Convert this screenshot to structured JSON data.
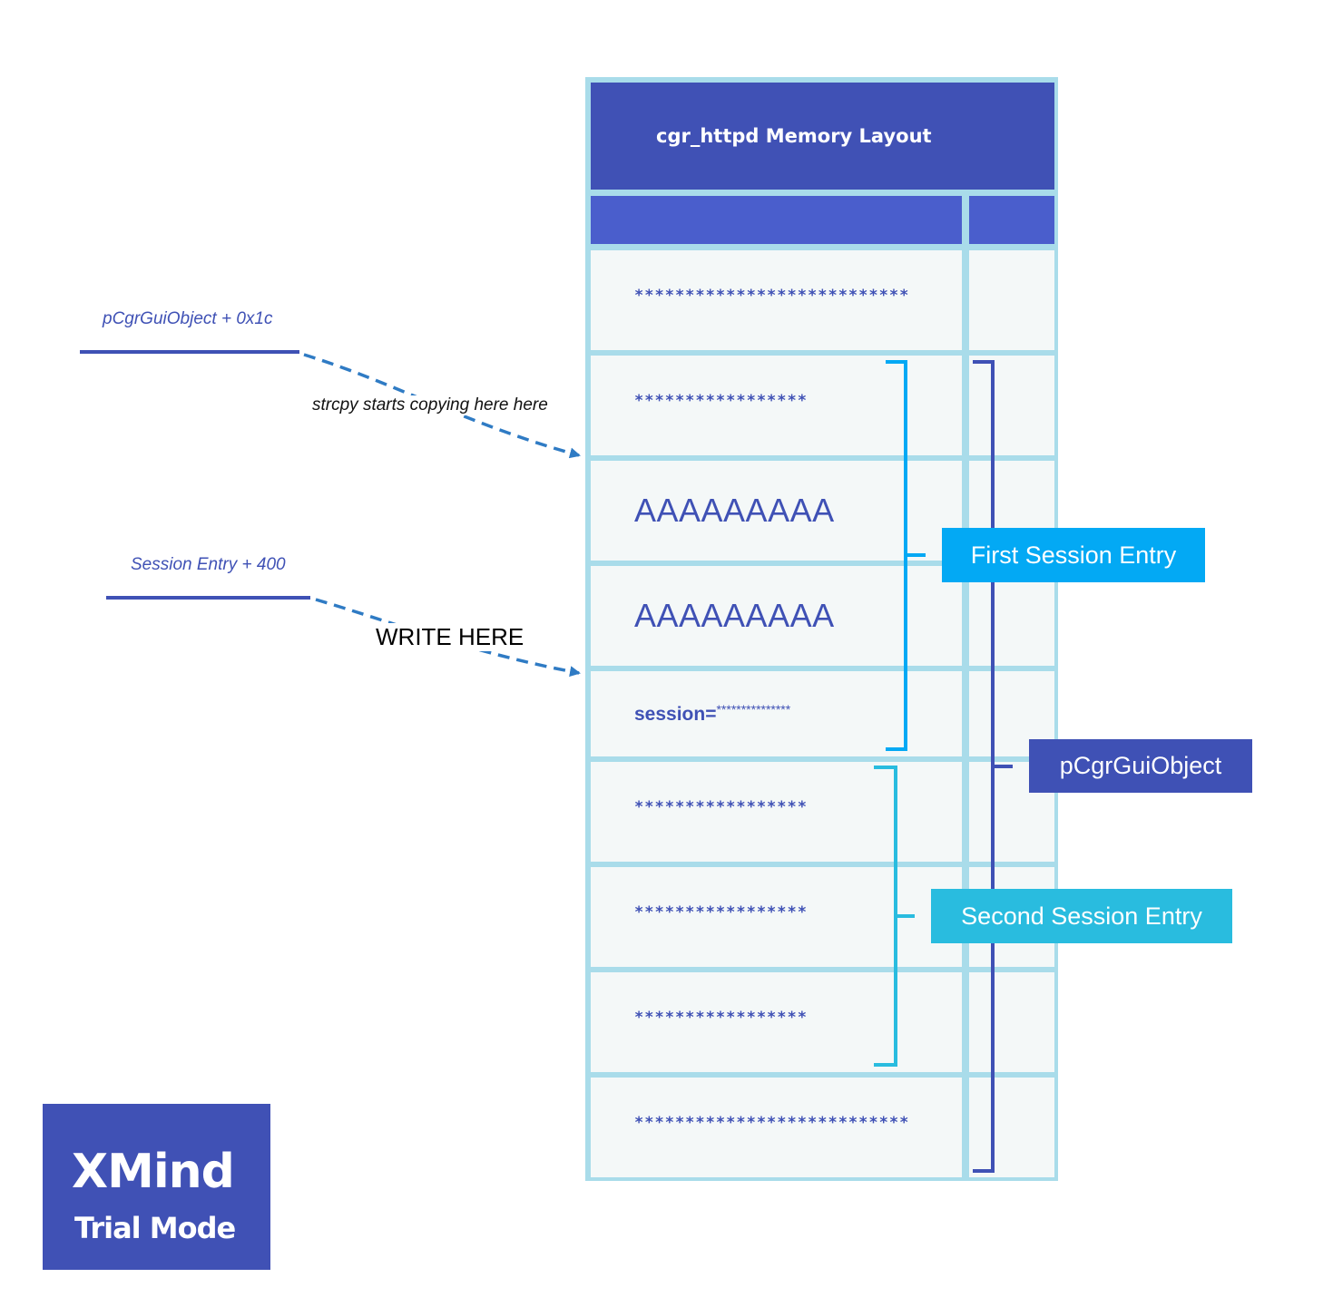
{
  "table": {
    "title": "cgr_httpd Memory Layout",
    "rows": [
      "***************************",
      "*****************",
      "AAAAAAAAA",
      "AAAAAAAAA",
      "session=",
      "*****************",
      "*****************",
      "*****************",
      "***************************"
    ],
    "session_suffix": "***************"
  },
  "pointers": [
    {
      "label": "pCgrGuiObject + 0x1c",
      "arrow_text": "strcpy starts copying here here"
    },
    {
      "label": "Session Entry + 400",
      "arrow_text": "WRITE HERE"
    }
  ],
  "groups": {
    "first": "First Session Entry",
    "second": "Second Session Entry",
    "object": "pCgrGuiObject"
  },
  "watermark": {
    "line1": "XMind",
    "line2": "Trial Mode"
  },
  "colors": {
    "title_bg": "#4051b5",
    "header_bg": "#4a5ecc",
    "grid": "#a9dcea",
    "first_entry": "#03a9f4",
    "second_entry": "#29bcdf",
    "object": "#3f51b5",
    "arrow": "#2f7bc4"
  }
}
